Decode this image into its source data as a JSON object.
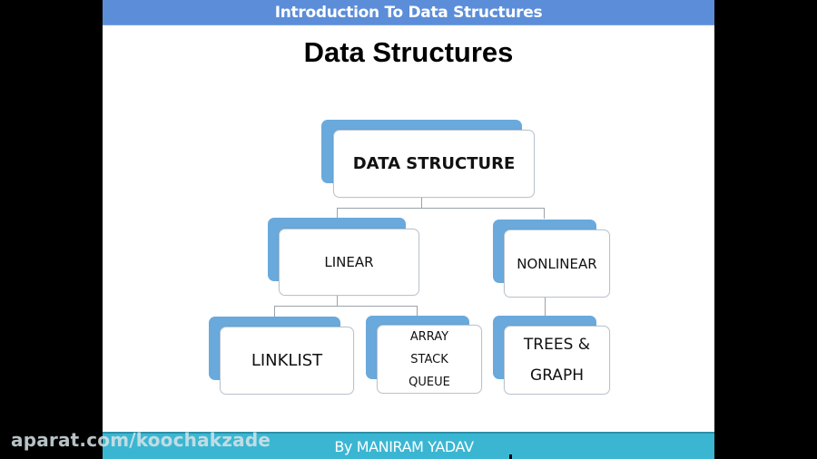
{
  "header": {
    "title": "Introduction To Data Structures"
  },
  "slide": {
    "title": "Data Structures"
  },
  "diagram": {
    "root": {
      "label": "DATA STRUCTURE"
    },
    "level1": [
      {
        "label": "LINEAR"
      },
      {
        "label": "NONLINEAR"
      }
    ],
    "level2": [
      {
        "label": "LINKLIST",
        "parent": "LINEAR"
      },
      {
        "lines": [
          "ARRAY",
          "STACK",
          "QUEUE"
        ],
        "parent": "LINEAR"
      },
      {
        "lines": [
          "TREES &",
          "GRAPH"
        ],
        "parent": "NONLINEAR"
      }
    ]
  },
  "footer": {
    "author": "By MANIRAM YADAV"
  },
  "watermark": {
    "text": "aparat.com/koochakzade"
  },
  "colors": {
    "header_bar": "#5b8dd9",
    "footer_bar": "#3bb6d2",
    "node_back": "#6aa9dc",
    "connector": "#9aa3ab"
  }
}
